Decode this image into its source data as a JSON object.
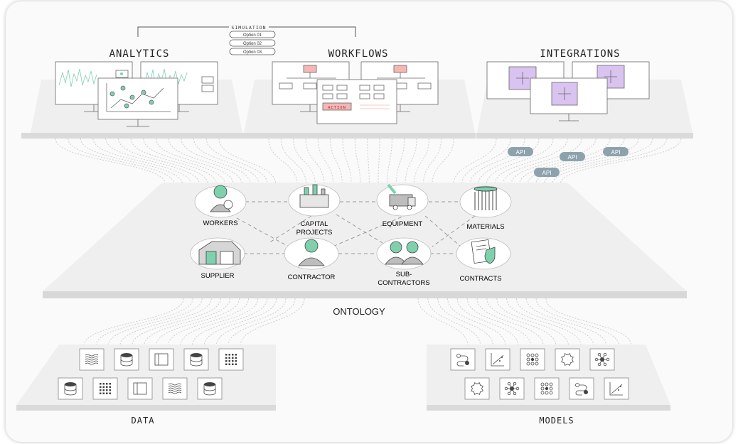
{
  "simulation": {
    "label": "SIMULATION",
    "options": [
      "Option 01",
      "Option 02",
      "Option 03"
    ]
  },
  "top_panels": {
    "analytics": "ANALYTICS",
    "workflows": "WORKFLOWS",
    "integrations": "INTEGRATIONS"
  },
  "workflow_action": "ACTION",
  "api_badges": [
    "API",
    "API",
    "API",
    "API"
  ],
  "ontology": {
    "title": "ONTOLOGY",
    "nodes": [
      {
        "key": "workers",
        "label": "WORKERS",
        "icon": "worker-icon"
      },
      {
        "key": "capital_projects",
        "label": "CAPITAL PROJECTS",
        "lines": [
          "CAPITAL",
          "PROJECTS"
        ],
        "icon": "factory-icon"
      },
      {
        "key": "equipment",
        "label": "EQUIPMENT",
        "icon": "truck-icon"
      },
      {
        "key": "materials",
        "label": "MATERIALS",
        "icon": "materials-icon"
      },
      {
        "key": "supplier",
        "label": "SUPPLIER",
        "icon": "warehouse-icon"
      },
      {
        "key": "contractor",
        "label": "CONTRACTOR",
        "icon": "person-icon"
      },
      {
        "key": "sub_contractors",
        "label": "SUB-CONTRACTORS",
        "lines": [
          "SUB-",
          "CONTRACTORS"
        ],
        "icon": "people-icon"
      },
      {
        "key": "contracts",
        "label": "CONTRACTS",
        "icon": "contract-shield-icon"
      }
    ]
  },
  "bottom_panels": {
    "data": "DATA",
    "models": "MODELS"
  },
  "data_icons": [
    "waves-icon",
    "database-icon",
    "window-icon",
    "database-icon",
    "grid-icon",
    "database-icon",
    "grid-icon",
    "window-icon",
    "waves-icon",
    "database-icon"
  ],
  "model_icons": [
    "flow-icon",
    "scatter-icon",
    "network-icon",
    "gear-icon",
    "hub-icon",
    "gear-icon",
    "hub-icon",
    "network-icon",
    "flow-icon",
    "scatter-icon"
  ],
  "colors": {
    "accent_green": "#7fd1ae",
    "accent_pink": "#f4b7b4",
    "accent_purple": "#d9c3f0",
    "api_badge": "#8ea2ad",
    "panel": "#ececec",
    "panel_shade": "#d6d6d6"
  }
}
